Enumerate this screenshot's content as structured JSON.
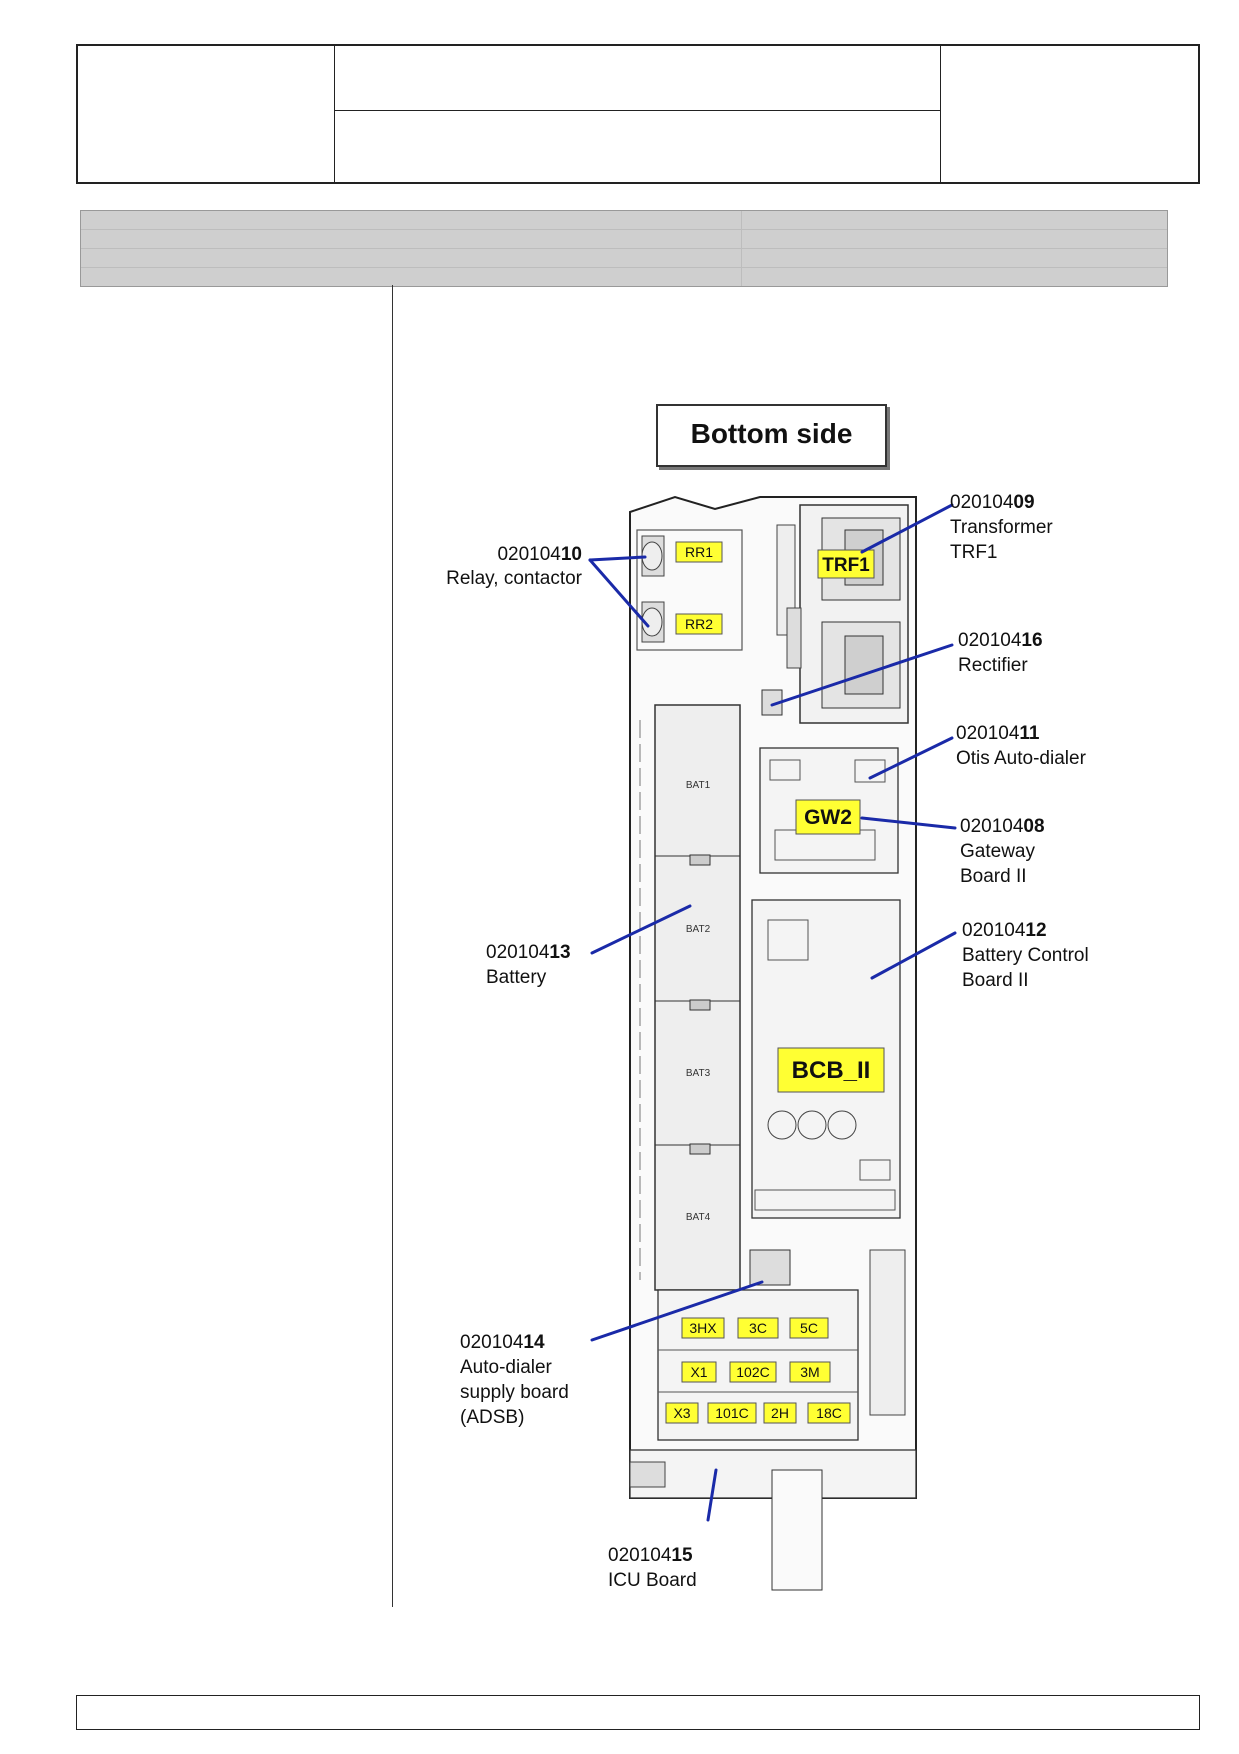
{
  "diagram": {
    "title": "Bottom side",
    "tags": {
      "rr1": "RR1",
      "rr2": "RR2",
      "trf1": "TRF1",
      "gw2": "GW2",
      "bcb": "BCB_II",
      "c3hx": "3HX",
      "c3c": "3C",
      "c5c": "5C",
      "cx1": "X1",
      "c102c": "102C",
      "c3m": "3M",
      "cx3": "X3",
      "c101c": "101C",
      "c2h": "2H",
      "c18c": "18C"
    },
    "battery_cells": [
      "BAT1",
      "BAT2",
      "BAT3",
      "BAT4"
    ],
    "callouts": {
      "relay": {
        "code_prefix": "020104",
        "code_suffix": "10",
        "label": "Relay, contactor"
      },
      "transformer": {
        "code_prefix": "020104",
        "code_suffix": "09",
        "label_line1": "Transformer",
        "label_line2": "TRF1"
      },
      "rectifier": {
        "code_prefix": "020104",
        "code_suffix": "16",
        "label": "Rectifier"
      },
      "autodialer": {
        "code_prefix": "020104",
        "code_suffix": "11",
        "label": "Otis Auto-dialer"
      },
      "gateway": {
        "code_prefix": "020104",
        "code_suffix": "08",
        "label_line1": "Gateway",
        "label_line2": "Board II"
      },
      "battery_control": {
        "code_prefix": "020104",
        "code_suffix": "12",
        "label_line1": "Battery Control",
        "label_line2": "Board II"
      },
      "battery": {
        "code_prefix": "020104",
        "code_suffix": "13",
        "label": "Battery"
      },
      "adsb": {
        "code_prefix": "020104",
        "code_suffix": "14",
        "label_line1": "Auto-dialer",
        "label_line2": "supply board",
        "label_line3": "(ADSB)"
      },
      "icu": {
        "code_prefix": "020104",
        "code_suffix": "15",
        "label": "ICU Board"
      }
    },
    "colors": {
      "tag_fill": "#ffff33",
      "leader_line": "#1a2aa8"
    }
  }
}
